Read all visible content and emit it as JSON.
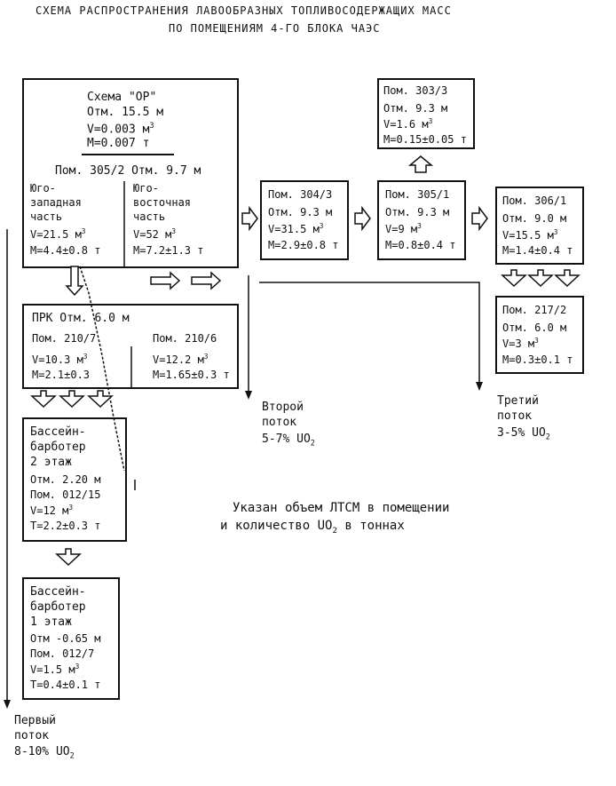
{
  "title": {
    "line1": "СХЕМА РАСПРОСТРАНЕНИЯ ЛАВООБРАЗНЫХ ТОПЛИВОСОДЕРЖАЩИХ МАСС",
    "line2": "ПО ПОМЕЩЕНИЯМ 4-ГО БЛОКА ЧАЭС"
  },
  "or_box": {
    "name": "Схема \"ОР\"",
    "elev": "Отм. 15.5 м",
    "volume": "V=0.003 м",
    "mass": "М=0.007 т",
    "room": "Пом. 305/2 Отм. 9.7 м",
    "sw": [
      "Юго-",
      "западная",
      "часть",
      "V=21.5 м",
      "М=4.4±0.8 т"
    ],
    "se": [
      "Юго-",
      "восточная",
      "часть",
      "V=52 м",
      "М=7.2±1.3 т"
    ]
  },
  "prk_box": {
    "header": "ПРК   Отм. 6.0 м",
    "left": [
      "Пом. 210/7",
      "V=10.3 м",
      "М=2.1±0.3"
    ],
    "right": [
      "Пом. 210/6",
      "V=12.2 м",
      "М=1.65±0.3 т"
    ]
  },
  "pool2_box": [
    "Бассейн-",
    "барботер",
    "2 этаж",
    "Отм. 2.20 м",
    "Пом. 012/15",
    "V=12 м",
    "Т=2.2±0.3 т"
  ],
  "pool1_box": [
    "Бассейн-",
    "барботер",
    "1 этаж",
    "Отм -0.65 м",
    "Пом. 012/7",
    "V=1.5 м",
    "Т=0.4±0.1 т"
  ],
  "r304": [
    "Пом. 304/3",
    "Отм. 9.3 м",
    "V=31.5 м",
    "М=2.9±0.8 т"
  ],
  "r305_1": [
    "Пом. 305/1",
    "Отм. 9.3 м",
    "V=9 м",
    "М=0.8±0.4 т"
  ],
  "r303": [
    "Пом. 303/3",
    "Отм. 9.3 м",
    "V=1.6 м",
    "М=0.15±0.05 т"
  ],
  "r306": [
    "Пом. 306/1",
    "Отм. 9.0 м",
    "V=15.5 м",
    "М=1.4±0.4 т"
  ],
  "r217": [
    "Пом. 217/2",
    "Отм. 6.0 м",
    "V=3 м",
    "М=0.3±0.1 т"
  ],
  "flows": {
    "first": [
      "Первый",
      "поток",
      "8-10% UO"
    ],
    "second": [
      "Второй",
      "поток",
      "5-7% UO"
    ],
    "third": [
      "Третий",
      "поток",
      "3-5% UO"
    ],
    "sub2": "2",
    "cube": "3"
  },
  "note": [
    "Указан объем ЛТСМ в помещении",
    "и количество UO",
    " в тоннах"
  ]
}
